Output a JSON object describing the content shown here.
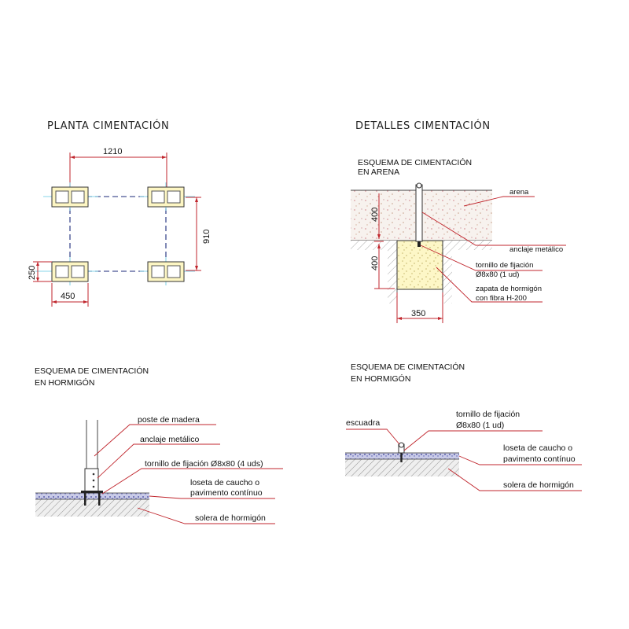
{
  "plan": {
    "title": "PLANTA CIMENTACIÓN",
    "dim_width": "1210",
    "dim_height": "910",
    "dim_block_w": "450",
    "dim_block_h": "250"
  },
  "details": {
    "title": "DETALLES CIMENTACIÓN"
  },
  "sand": {
    "title_line1": "ESQUEMA DE CIMENTACIÓN",
    "title_line2": "EN ARENA",
    "label_arena": "arena",
    "label_anclaje": "anclaje metálico",
    "label_tornillo_1": "tornillo de fijación",
    "label_tornillo_2": "Ø8x80 (1 ud)",
    "label_zapata_1": "zapata de hormigón",
    "label_zapata_2": "con fibra H-200",
    "dim_depth_sand": "400",
    "dim_depth_footing": "400",
    "dim_footing_width": "350"
  },
  "concrete_left": {
    "title_line1": "ESQUEMA DE CIMENTACIÓN",
    "title_line2": "EN HORMIGÓN",
    "label_poste": "poste de madera",
    "label_anclaje": "anclaje metálico",
    "label_tornillo": "tornillo de fijación Ø8x80 (4 uds)",
    "label_loseta_1": "loseta de caucho o",
    "label_loseta_2": "pavimento contínuo",
    "label_solera": "solera de hormigón"
  },
  "concrete_right": {
    "title_line1": "ESQUEMA DE CIMENTACIÓN",
    "title_line2": "EN HORMIGÓN",
    "label_escuadra": "escuadra",
    "label_tornillo_1": "tornillo de fijación",
    "label_tornillo_2": "Ø8x80 (1 ud)",
    "label_loseta_1": "loseta de caucho o",
    "label_loseta_2": "pavimento contínuo",
    "label_solera": "solera de hormigón"
  }
}
